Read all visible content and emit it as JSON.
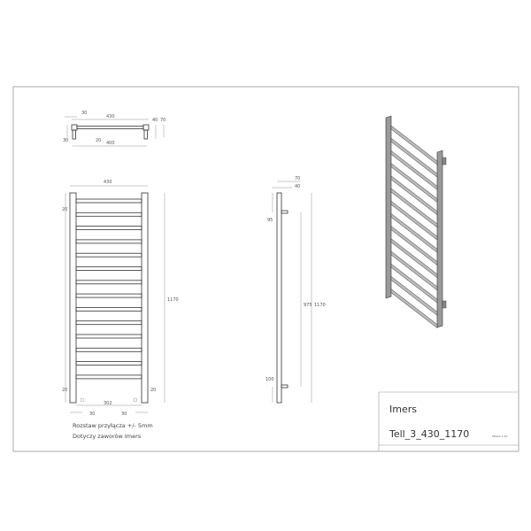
{
  "top_view": {
    "dims": [
      "30",
      "430",
      "40",
      "70",
      "30",
      "20",
      "400"
    ]
  },
  "front_view": {
    "dims": {
      "width": "430",
      "height": "1170",
      "top_offset": "20",
      "bottom_left": "20",
      "bottom_right": "20",
      "connector_spacing": "302",
      "left_offset": "30",
      "right_offset": "30"
    }
  },
  "notes": [
    "Rozstaw przyłącza +/- 5mm",
    "Dotyczy zaworów Imers"
  ],
  "side_view": {
    "dims": {
      "depth": "70",
      "offset": "40",
      "top": "95",
      "connector_spacing": "975",
      "height": "1170",
      "bottom": "100"
    }
  },
  "title_block": {
    "brand": "Imers",
    "model": "Tell_3_430_1170",
    "scale": "SKALA 1:10"
  }
}
